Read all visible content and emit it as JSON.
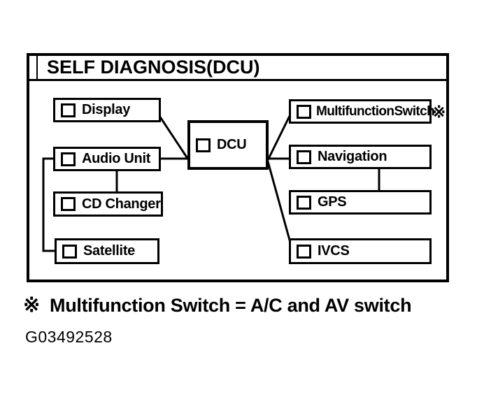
{
  "diagram": {
    "title": "SELF DIAGNOSIS(DCU)",
    "nodes": {
      "display": "Display",
      "audio_unit": "Audio Unit",
      "cd_changer": "CD Changer",
      "satellite": "Satellite",
      "dcu": "DCU",
      "multifunction_switch": "MultifunctionSwitch",
      "navigation": "Navigation",
      "gps": "GPS",
      "ivcs": "IVCS"
    },
    "edges": [
      "Display - DCU",
      "Audio Unit - DCU",
      "Audio Unit - CD Changer",
      "Audio Unit - Satellite",
      "DCU - MultifunctionSwitch",
      "DCU - Navigation",
      "DCU - IVCS",
      "Navigation - GPS"
    ],
    "reference_mark": "※",
    "footnote": {
      "mark": "※",
      "text": "Multifunction Switch = A/C and AV switch"
    },
    "figure_id": "G03492528",
    "colors": {
      "ink": "#000000",
      "background": "#ffffff"
    }
  }
}
